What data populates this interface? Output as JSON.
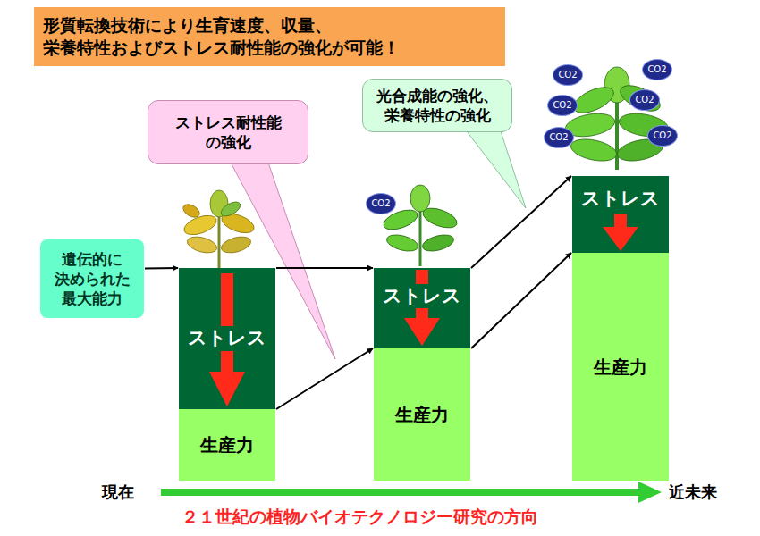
{
  "diagram": {
    "title": "形質転換技術により生育速度、収量、 栄養特性およびストレス耐性能の強化が可能！",
    "caption": "２１世紀の植物バイオテクノロジー研究の方向",
    "nodes": [
      {
        "text": [
          "ストレス耐性能 の強化"
        ]
      },
      {
        "text": [
          "光合成能の強化、 栄養特性の強化"
        ]
      },
      {
        "text": [
          "遺伝的に 決められた 最大能力"
        ]
      },
      {
        "text": [
          "ストレス"
        ]
      },
      {
        "text": [
          "生産力"
        ]
      },
      {
        "text": [
          "CO2"
        ]
      },
      {
        "text": [
          "ストレス"
        ]
      },
      {
        "text": [
          "生産力"
        ]
      },
      {
        "text": [
          "CO2"
        ]
      },
      {
        "text": [
          "CO2"
        ]
      },
      {
        "text": [
          "CO2"
        ]
      },
      {
        "text": [
          "CO2"
        ]
      },
      {
        "text": [
          "CO2"
        ]
      },
      {
        "text": [
          "CO2"
        ]
      },
      {
        "text": [
          "ストレス"
        ]
      },
      {
        "text": [
          "生産力"
        ]
      }
    ],
    "edges": [
      {
        "from": 2,
        "to": 3,
        "arrow": "to"
      },
      {
        "from": 3,
        "to": 6,
        "arrow": "to"
      },
      {
        "from": 4,
        "to": 7,
        "arrow": "to"
      },
      {
        "from": 6,
        "to": 14,
        "arrow": "to"
      },
      {
        "from": 7,
        "to": 15,
        "arrow": "to"
      }
    ],
    "labels": [
      "現在",
      "近未来"
    ]
  }
}
